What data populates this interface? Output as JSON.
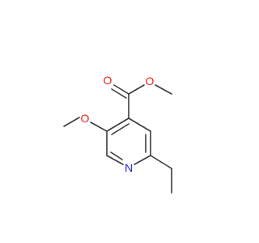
{
  "molecule": {
    "atoms": {
      "carbonyl_oxygen": {
        "symbol": "O",
        "color": "#e8251b"
      },
      "ester_oxygen": {
        "symbol": "O",
        "color": "#e8251b"
      },
      "methoxy_oxygen": {
        "symbol": "O",
        "color": "#e8251b"
      },
      "ring_nitrogen": {
        "symbol": "N",
        "color": "#2a2ad8"
      }
    },
    "bond_color": "#3b3b3b"
  }
}
